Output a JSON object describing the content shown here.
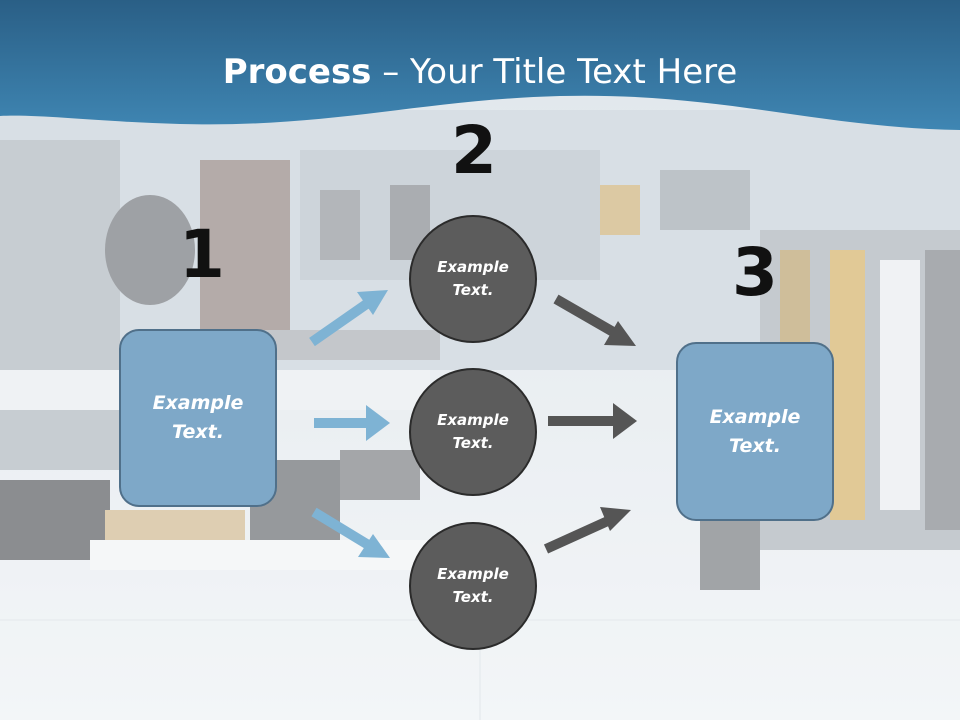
{
  "title": {
    "bold": "Process",
    "rest": " – Your Title Text Here"
  },
  "steps": [
    {
      "number": "1",
      "text": "Example Text."
    },
    {
      "number": "2",
      "items": [
        "Example Text.",
        "Example Text.",
        "Example Text."
      ]
    },
    {
      "number": "3",
      "text": "Example Text."
    }
  ],
  "colors": {
    "banner": "#2f6f9a",
    "box_fill": "#7ea8c8",
    "circle_fill": "#5c5c5c",
    "arrow_blue": "#7eb3d4",
    "arrow_dark": "#555555"
  }
}
